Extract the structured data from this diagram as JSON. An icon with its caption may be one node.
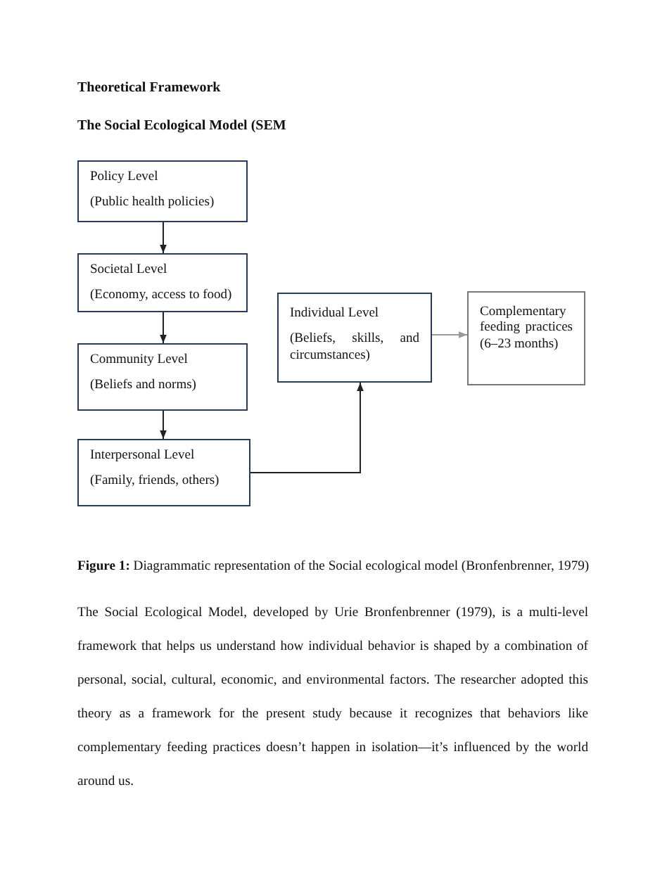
{
  "diagram": {
    "title": "Theoretical Framework",
    "caption": "**Figure 1:** Diagrammatic representation of the Social ecological model (Bronfenbrenner, 1979)",
    "nodes": [
      {
        "text": [
          "Policy Level",
          "(Public health policies)"
        ]
      },
      {
        "text": [
          "Societal Level",
          "(Economy, access to food)"
        ]
      },
      {
        "text": [
          "Individual Level",
          "(Beliefs, skills, and circumstances)"
        ]
      },
      {
        "text": [
          "Complementary feeding practices (6–23 months)"
        ]
      },
      {
        "text": [
          "Community Level",
          "(Beliefs and norms)"
        ]
      },
      {
        "text": [
          "Interpersonal Level",
          "(Family, friends, others)"
        ]
      }
    ],
    "edges": [
      {
        "from": 0,
        "to": 1,
        "arrow": "to"
      },
      {
        "from": 1,
        "to": 4,
        "arrow": "to"
      },
      {
        "from": 4,
        "to": 5,
        "arrow": "to"
      },
      {
        "from": 5,
        "to": 2,
        "arrow": "to"
      },
      {
        "from": 2,
        "to": 3,
        "arrow": "to",
        "color": "#999999"
      }
    ],
    "labels": [
      "The Social Ecological Model (SEM",
      "The Social Ecological Model, developed by Urie Bronfenbrenner (1979), is a multi-level framework that helps us understand how individual behavior is shaped by a combination of personal, social, cultural, economic, and environmental factors. The researcher adopted this theory as a framework for the present study because it recognizes that behaviors like complementary feeding practices doesn’t happen in isolation—it’s influenced by the world around us."
    ]
  }
}
